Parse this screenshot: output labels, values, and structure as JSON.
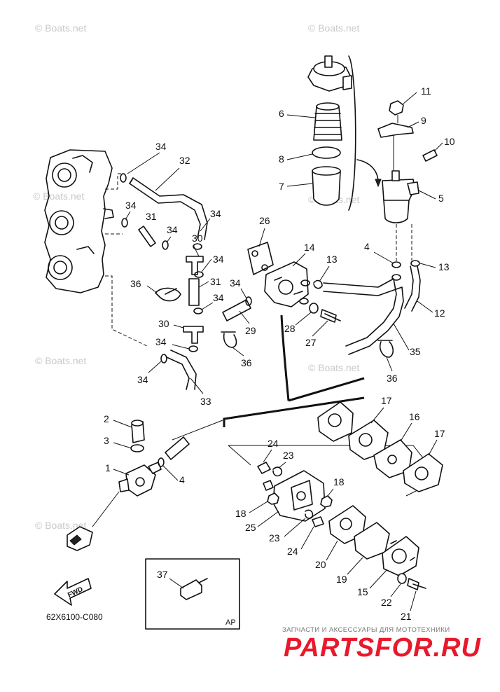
{
  "watermark": {
    "text": "© Boats.net"
  },
  "diagram_code": "62X6100-C080",
  "fwd_label": "FWD",
  "ap_label": "AP",
  "brand": {
    "tagline": "ЗАПЧАСТИ И АКСЕССУАРЫ ДЛЯ МОТОТЕХНИКИ",
    "logo": "PARTSFOR.RU"
  },
  "callouts": {
    "c1": "1",
    "c2": "2",
    "c3": "3",
    "c4a": "4",
    "c4b": "4",
    "c5": "5",
    "c6": "6",
    "c7": "7",
    "c8": "8",
    "c9": "9",
    "c10": "10",
    "c11": "11",
    "c12": "12",
    "c13a": "13",
    "c13b": "13",
    "c14": "14",
    "c15": "15",
    "c16": "16",
    "c17a": "17",
    "c17b": "17",
    "c18a": "18",
    "c18b": "18",
    "c19": "19",
    "c20": "20",
    "c21": "21",
    "c22": "22",
    "c23a": "23",
    "c23b": "23",
    "c24a": "24",
    "c24b": "24",
    "c25": "25",
    "c26": "26",
    "c27": "27",
    "c28": "28",
    "c29": "29",
    "c30a": "30",
    "c30b": "30",
    "c31a": "31",
    "c31b": "31",
    "c32": "32",
    "c33": "33",
    "c34a": "34",
    "c34b": "34",
    "c34c": "34",
    "c34d": "34",
    "c34e": "34",
    "c34f": "34",
    "c34g": "34",
    "c34h": "34",
    "c34i": "34",
    "c35": "35",
    "c36a": "36",
    "c36b": "36",
    "c36c": "36",
    "c37": "37"
  },
  "colors": {
    "line": "#111111",
    "watermark": "#c9c9c9",
    "brand": "#e8192c"
  }
}
